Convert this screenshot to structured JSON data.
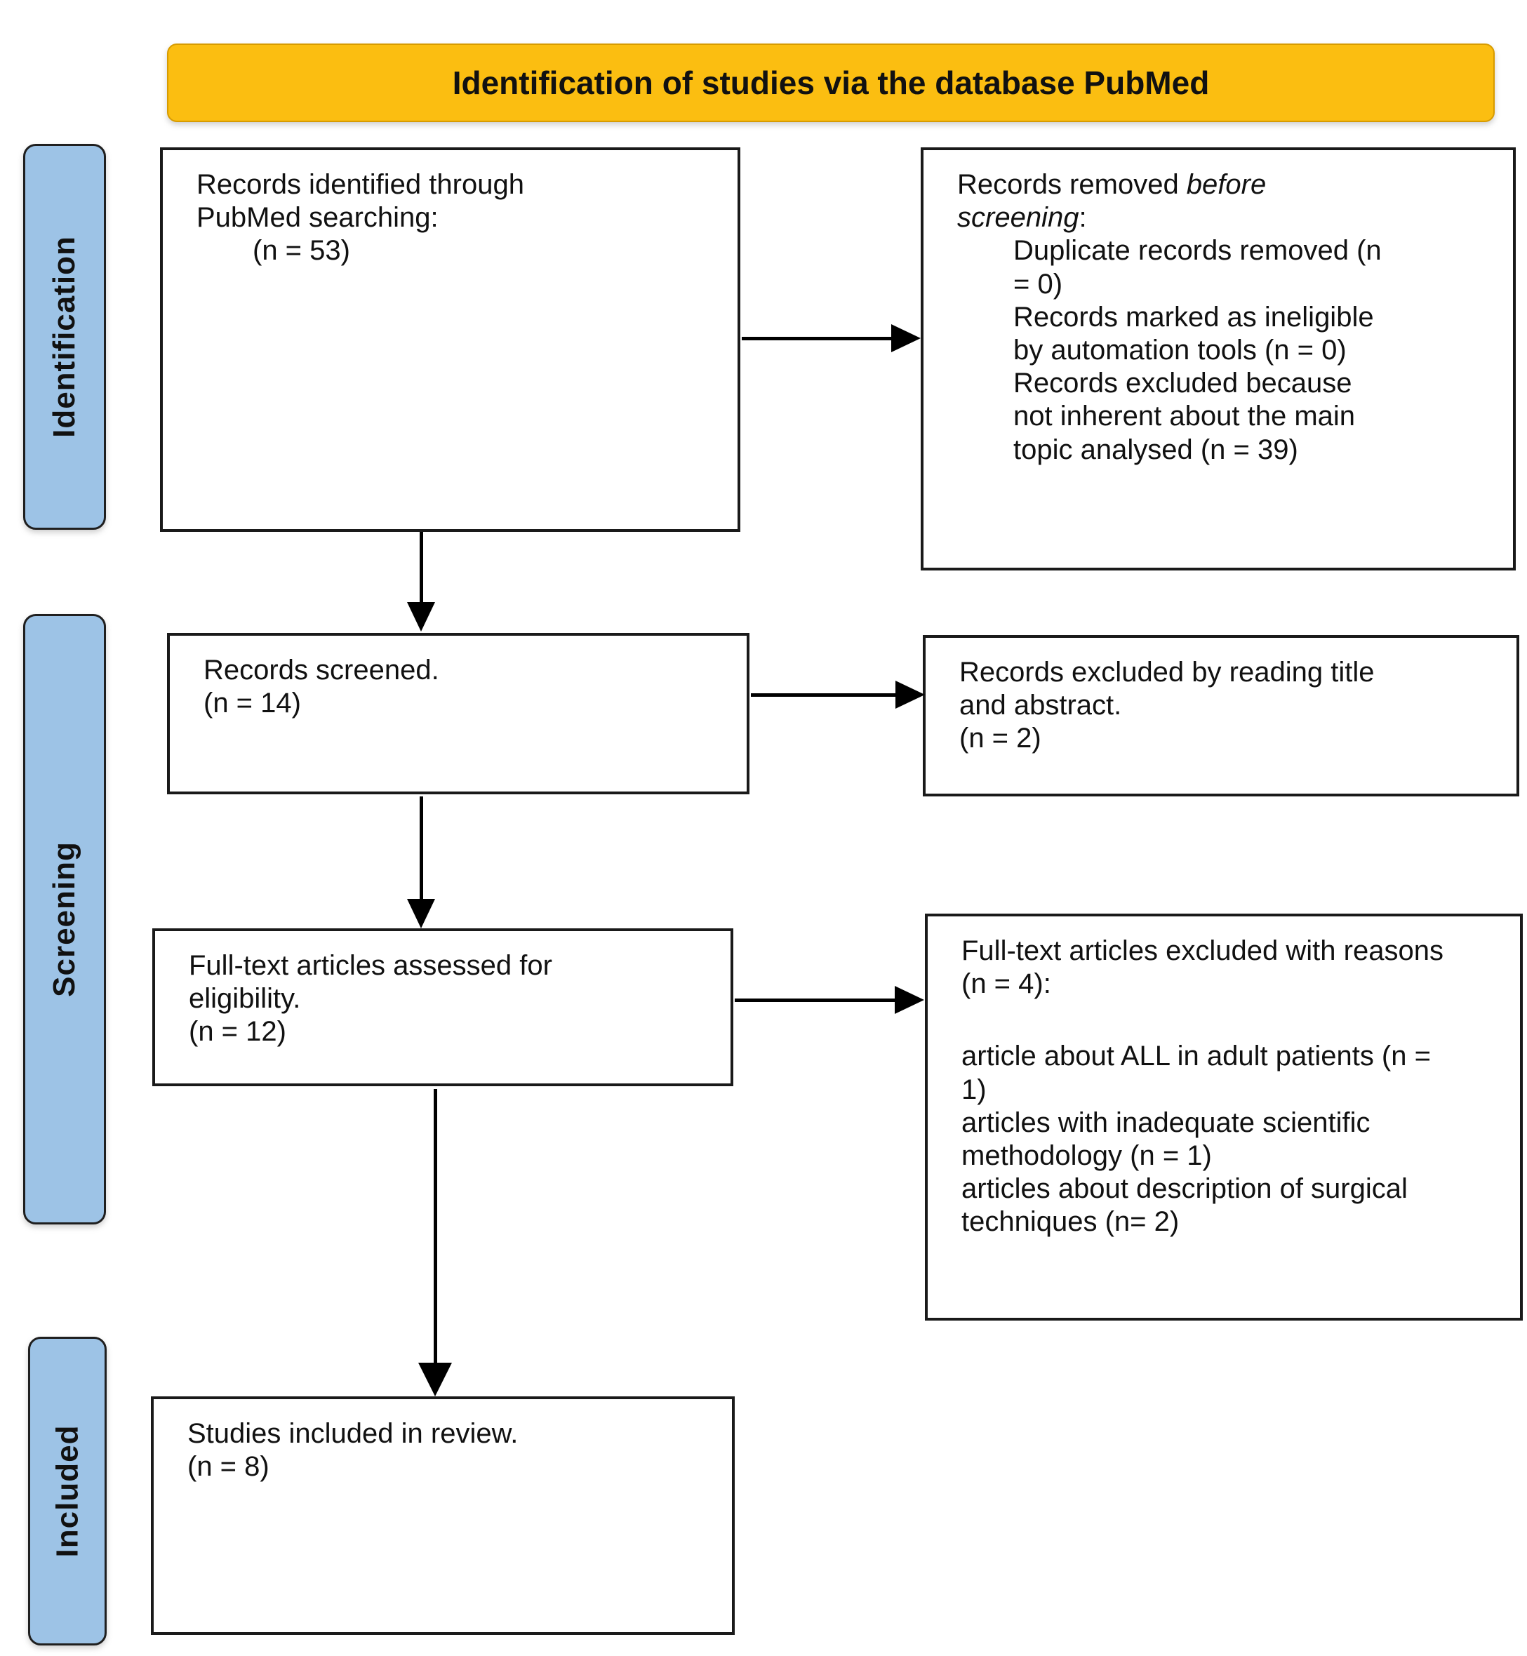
{
  "banner": {
    "title": "Identification of studies via the database PubMed"
  },
  "stages": {
    "identification": "Identification",
    "screening": "Screening",
    "included": "Included"
  },
  "boxes": {
    "records_identified": {
      "text": "Records identified through PubMed searching:",
      "count": "(n = 53)"
    },
    "records_removed": {
      "lead": "Records removed ",
      "lead_italic": "before screening",
      "lead_suffix": ":",
      "items": [
        "Duplicate records removed (n = 0)",
        "Records marked as ineligible by automation tools (n = 0)",
        "Records excluded because not inherent about the main topic analysed (n = 39)"
      ]
    },
    "records_screened": {
      "text": "Records screened.",
      "count": "(n = 14)"
    },
    "records_excluded_title_abstract": {
      "text": "Records excluded by reading title and abstract.",
      "count": "(n = 2)"
    },
    "fulltext_assessed": {
      "text": "Full-text articles assessed for eligibility.",
      "count": "(n = 12)"
    },
    "fulltext_excluded": {
      "lead": "Full-text articles excluded with reasons (n = 4):",
      "items": [
        "article about ALL in adult patients (n = 1)",
        "articles with inadequate scientific methodology (n = 1)",
        "articles about description of surgical techniques (n= 2)"
      ]
    },
    "studies_included": {
      "text": "Studies included in review.",
      "count": "(n = 8)"
    }
  },
  "colors": {
    "banner_fill": "#FBBE11",
    "banner_border": "#D79B00",
    "stage_fill": "#9DC3E6",
    "stage_border": "#1F1F1F",
    "box_border": "#1A1A1A",
    "arrow": "#000000"
  }
}
